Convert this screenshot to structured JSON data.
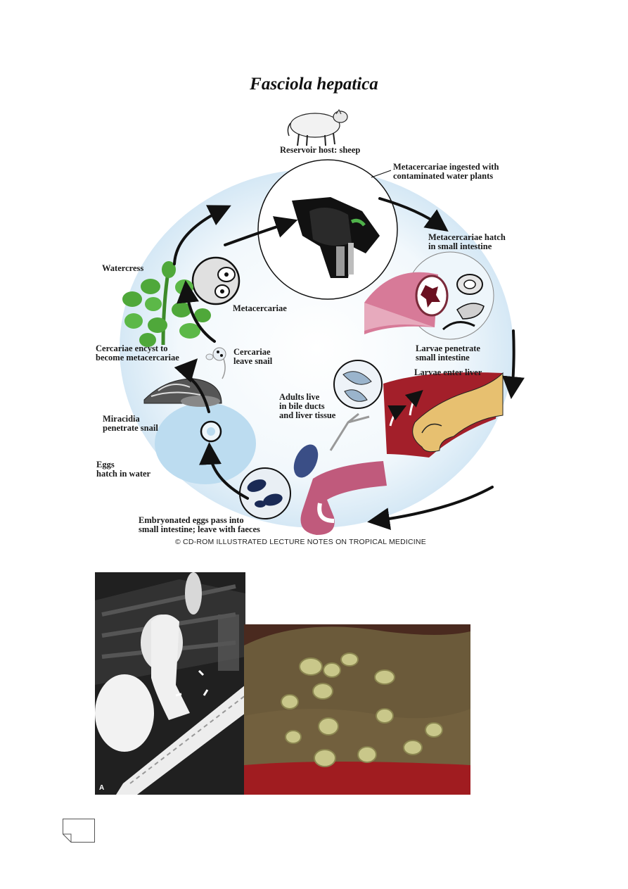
{
  "title": "Fasciola hepatica",
  "labels": {
    "reservoir": "Reservoir host: sheep",
    "ingested": "Metacercariae ingested with\ncontaminated water plants",
    "hatch": "Metacercariae hatch\nin small intestine",
    "penetrate": "Larvae penetrate\nsmall intestine",
    "enter_liver": "Larvae enter liver",
    "adults": "Adults live\nin bile ducts\nand liver tissue",
    "embryonated": "Embryonated eggs pass into\nsmall intestine; leave with faeces",
    "eggs": "Eggs\nhatch in water",
    "miracidia": "Miracidia\npenetrate snail",
    "cercariae_encyst": "Cercariae encyst to\nbecome metacercariae",
    "cercariae_leave": "Cercariae\nleave snail",
    "metacercariae": "Metacercariae",
    "watercress": "Watercress"
  },
  "copyright": "© CD-ROM ILLUSTRATED LECTURE NOTES ON TROPICAL MEDICINE",
  "xray_panel_letter": "A",
  "colors": {
    "cycle_background": "#dcecf7",
    "water": "#bcdcf0",
    "liver": "#a8202a",
    "intestine": "#c86a8a",
    "plant": "#4fa83a",
    "arrow": "#111111"
  }
}
